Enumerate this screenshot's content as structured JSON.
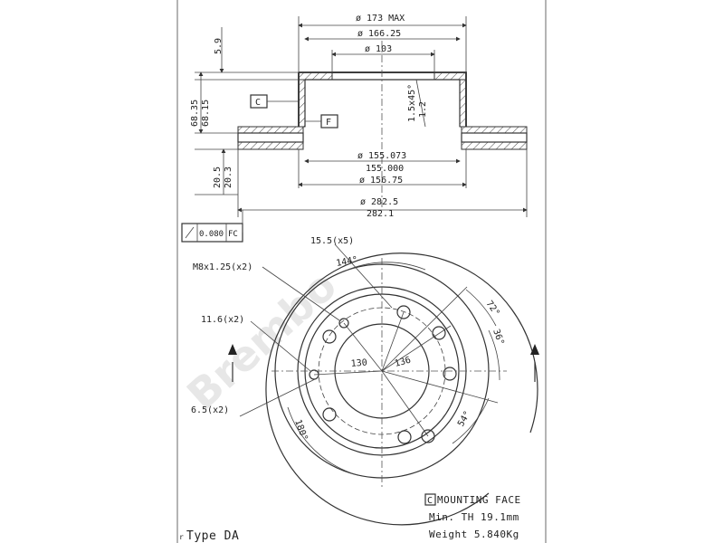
{
  "section": {
    "d_173": "ø 173 MAX",
    "d_166": "ø 166.25",
    "d_103": "ø 103",
    "h_5_9": "5.9",
    "h_68_35": "68.35",
    "h_68_15": "68.15",
    "chamfer": "1.5x45°",
    "chamfer_2": "1.2",
    "d_155_073": "ø 155.073",
    "d_155_000": "155.000",
    "d_156_75": "ø 156.75",
    "d_282_5": "ø 282.5",
    "d_282_1": "282.1",
    "h_20_5": "20.5",
    "h_20_3": "20.3",
    "datum_c": "C",
    "datum_f": "F",
    "runout_value": "0.080",
    "runout_ref": "FC"
  },
  "face": {
    "thread_15_5": "15.5(x5)",
    "angle_144": "144°",
    "thread_m8": "M8x1.25(x2)",
    "angle_72": "72°",
    "hole_11_6": "11.6(x2)",
    "angle_36": "36°",
    "pcd_130": "130",
    "pcd_136": "136",
    "hole_6_5": "6.5(x2)",
    "angle_54": "54°",
    "angle_180": "180°"
  },
  "notes": {
    "mounting_box": "C",
    "mounting": "MOUNTING FACE",
    "min_th": "Min. TH 19.1mm",
    "weight": "Weight 5.840Kg",
    "type": "Type DA",
    "type_prefix": "r"
  },
  "watermark": "Brembo"
}
